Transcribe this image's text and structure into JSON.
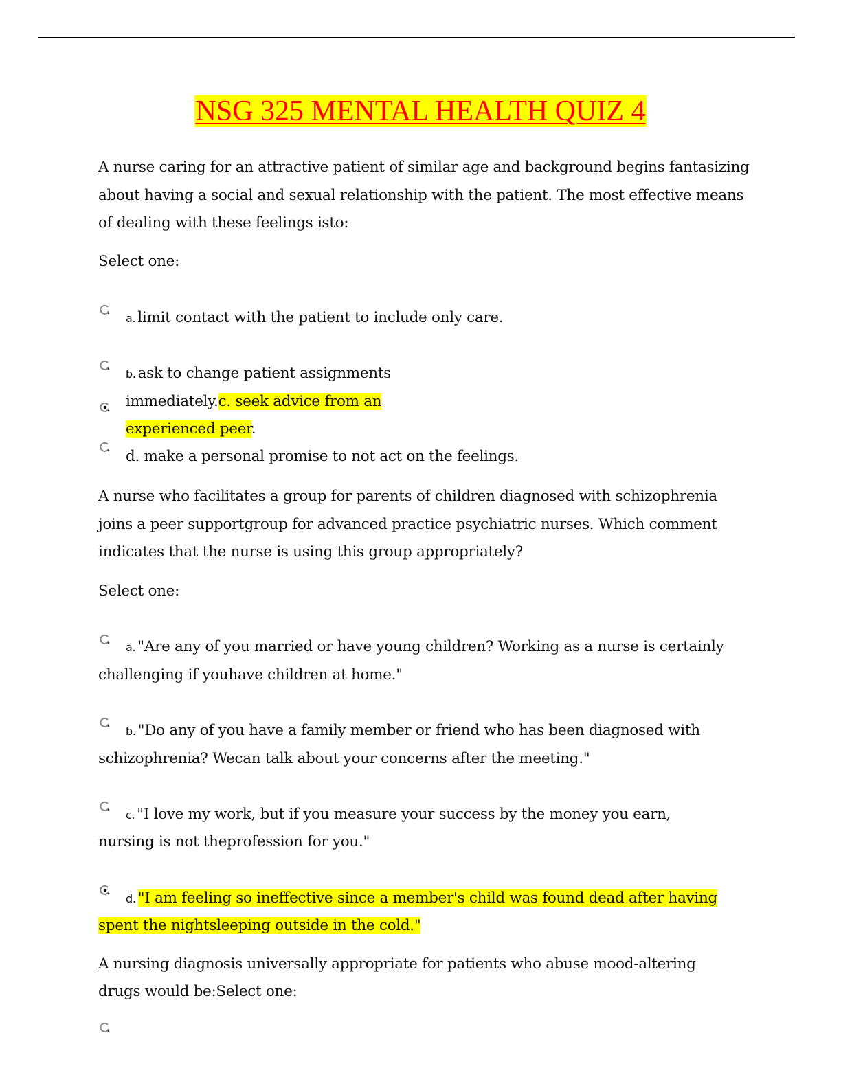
{
  "title": "NSG 325 MENTAL HEALTH   QUIZ   4",
  "q1": {
    "stem": "A nurse caring for an attractive patient of similar age and background begins fantasizing about having a social and sexual relationship with the patient. The most effective means of dealing with these feelings isto:",
    "select": "Select one:",
    "a_letter": "a.",
    "a_text": "limit contact with the patient to include only care.",
    "b_letter": "b.",
    "b_text": "ask to change patient assignments",
    "b_cont": "immediately.",
    "c_text_1": "c. seek advice from an ",
    "c_text_2": "experienced peer",
    "c_period": ".",
    "d_text": "d. make a personal promise to not act on the feelings."
  },
  "q2": {
    "stem": "A nurse who facilitates a group for parents of children diagnosed with schizophrenia joins a peer supportgroup for advanced practice psychiatric nurses. Which comment indicates that the nurse is using this group appropriately?",
    "select": "Select one:",
    "a_letter": "a.",
    "a_text_1": "\"Are any of you married or have young children? Working as a nurse is certainly",
    "a_text_2": "challenging if youhave children at home.\"",
    "b_letter": "b.",
    "b_text_1": "\"Do any of you have a family member or friend who has been diagnosed with",
    "b_text_2": "schizophrenia? Wecan talk about your concerns after the meeting.\"",
    "c_letter": "c.",
    "c_text_1": "\"I love my work, but if you measure your success by the money you earn,",
    "c_text_2": "nursing is not theprofession for you.\"",
    "d_letter": "d.",
    "d_text_1": "\"I am feeling so ineffective since a member's child was found dead after having",
    "d_text_2": "spent the nightsleeping outside in the cold.\""
  },
  "q3": {
    "stem_1": "A nursing diagnosis universally appropriate for patients who abuse mood-altering",
    "stem_2": "drugs would be:Select one:"
  },
  "colors": {
    "highlight": "#ffff00",
    "title_text": "#ff0000"
  }
}
